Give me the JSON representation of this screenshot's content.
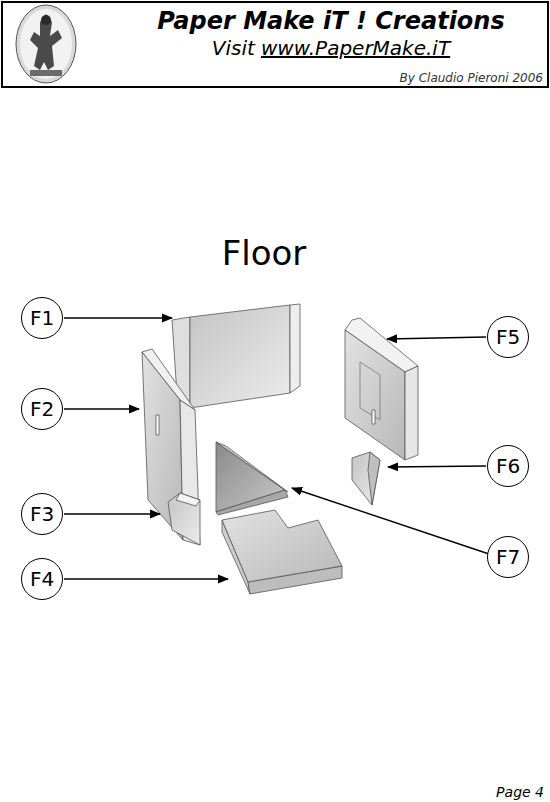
{
  "diagram": {
    "title": "Floor",
    "nodes": [
      {
        "text": [
          "Paper Make iT ! Creations",
          "Visit",
          "www.PaperMake.iT",
          "By Claudio Pieroni 2006"
        ]
      },
      {
        "text": [
          "F1"
        ]
      },
      {
        "text": [
          "F2"
        ]
      },
      {
        "text": [
          "F3"
        ]
      },
      {
        "text": [
          "F4"
        ]
      },
      {
        "text": [
          "F5"
        ]
      },
      {
        "text": [
          "F6"
        ]
      },
      {
        "text": [
          "F7"
        ]
      }
    ],
    "labels": [
      "Page 4"
    ]
  }
}
